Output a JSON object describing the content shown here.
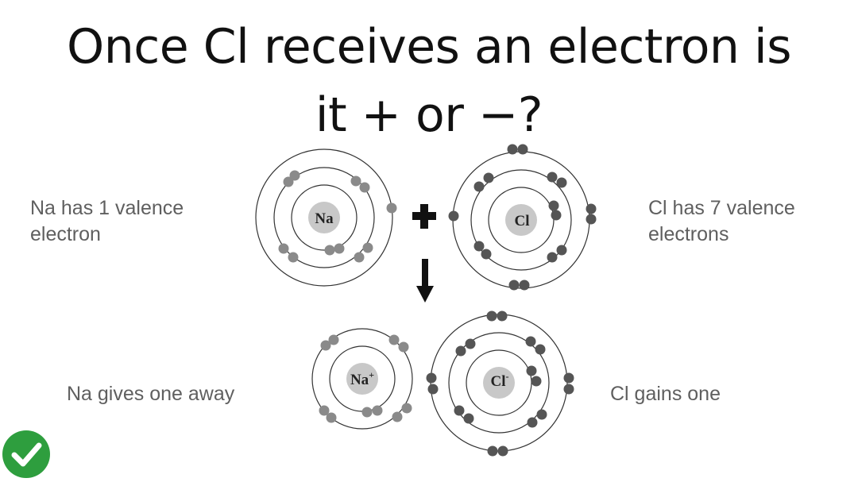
{
  "title": {
    "line1": "Once Cl receives an electron is",
    "line2": "it + or −?"
  },
  "captions": {
    "na_before": [
      "Na has 1 valence",
      "electron"
    ],
    "cl_before": [
      "Cl has 7 valence",
      "electrons"
    ],
    "na_after": "Na gives one away",
    "cl_after": "Cl gains one"
  },
  "atoms": {
    "na": {
      "symbol": "Na",
      "shells": 3,
      "electrons_per_shell": [
        2,
        8,
        1
      ]
    },
    "cl": {
      "symbol": "Cl",
      "shells": 3,
      "electrons_per_shell": [
        2,
        8,
        7
      ]
    },
    "na_ion": {
      "symbol": "Na",
      "charge": "+",
      "shells": 2,
      "electrons_per_shell": [
        2,
        8
      ]
    },
    "cl_ion": {
      "symbol": "Cl",
      "charge": "-",
      "shells": 3,
      "electrons_per_shell": [
        2,
        8,
        8
      ]
    }
  },
  "symbols": {
    "plus": "plus-sign",
    "arrow": "down-arrow"
  },
  "badge": {
    "icon": "checkmark-icon",
    "color": "#2e9e3e"
  },
  "colors": {
    "nucleus": "#c8c8c8",
    "electron_na": "#8a8a8a",
    "electron_cl": "#555555",
    "shell": "#333333"
  }
}
